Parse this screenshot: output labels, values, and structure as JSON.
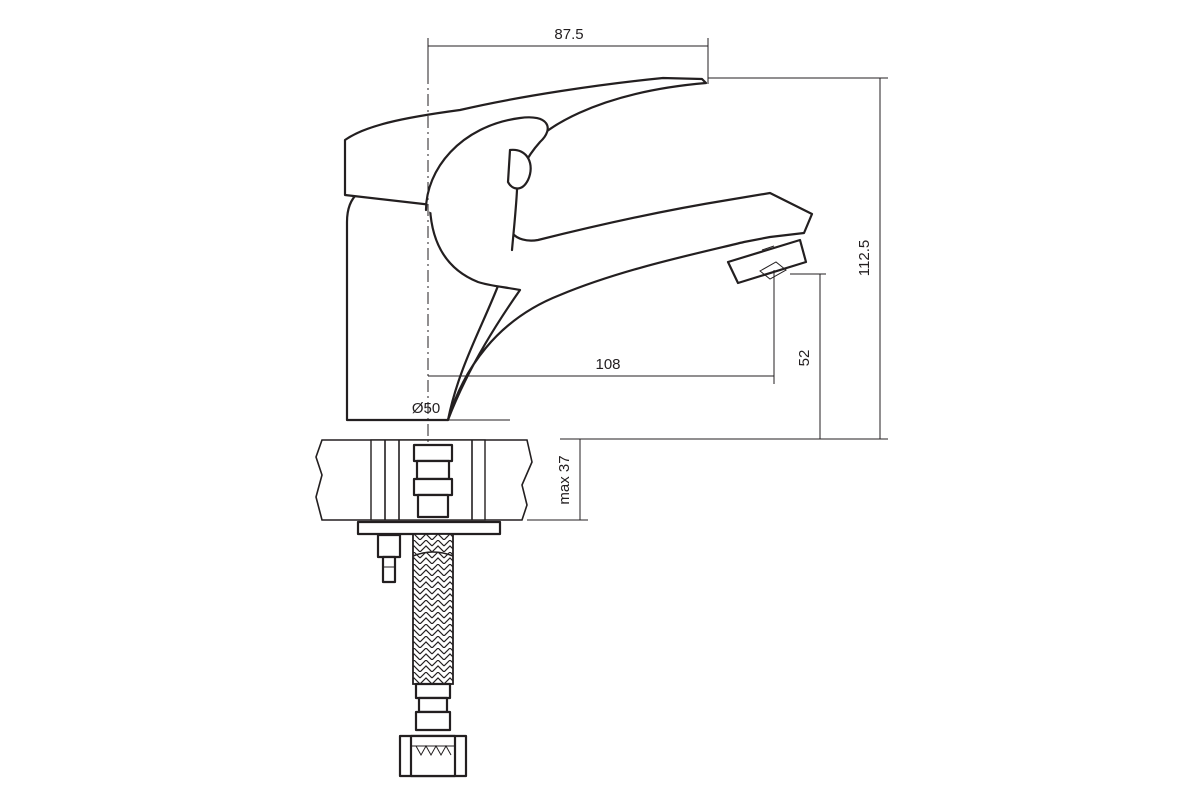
{
  "dimensions": {
    "handle_reach": "87.5",
    "total_height": "112.5",
    "spout_reach": "108",
    "spout_height": "52",
    "base_diameter": "Ø50",
    "max_thickness": "max 37"
  },
  "colors": {
    "line": "#231f20",
    "background": "#ffffff"
  }
}
